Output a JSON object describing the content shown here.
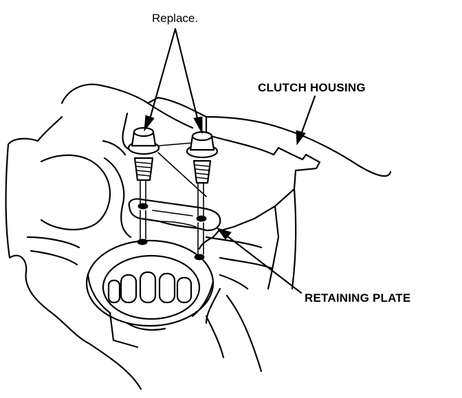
{
  "labels": {
    "replace": "Replace.",
    "clutch_housing": "CLUTCH HOUSING",
    "retaining_plate": "RETAINING PLATE"
  },
  "colors": {
    "ink": "#000000",
    "paper": "#ffffff"
  }
}
